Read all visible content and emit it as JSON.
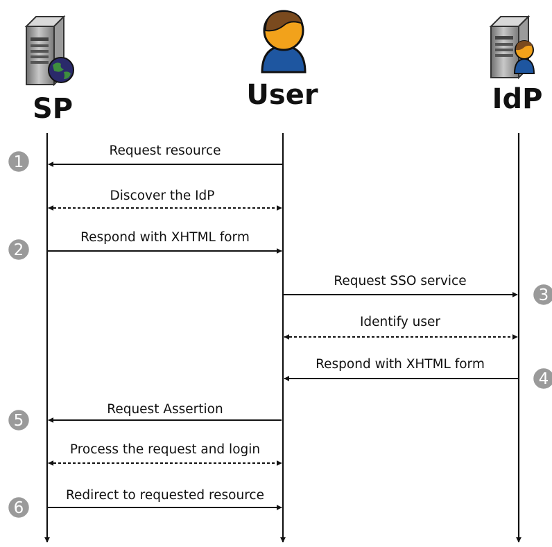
{
  "actors": [
    {
      "id": "sp",
      "label": "SP",
      "icon": "server-globe-icon"
    },
    {
      "id": "user",
      "label": "User",
      "icon": "user-icon"
    },
    {
      "id": "idp",
      "label": "IdP",
      "icon": "server-user-icon"
    }
  ],
  "messages": [
    {
      "text": "Request resource",
      "from": "user",
      "to": "sp",
      "style": "solid",
      "step": "1"
    },
    {
      "text": "Discover the IdP",
      "from": "sp",
      "to": "user",
      "style": "dashed-both",
      "step": ""
    },
    {
      "text": "Respond with XHTML form",
      "from": "sp",
      "to": "user",
      "style": "solid",
      "step": "2"
    },
    {
      "text": "Request SSO service",
      "from": "user",
      "to": "idp",
      "style": "solid",
      "step": "3"
    },
    {
      "text": "Identify user",
      "from": "user",
      "to": "idp",
      "style": "dashed-both",
      "step": ""
    },
    {
      "text": "Respond with XHTML form",
      "from": "idp",
      "to": "user",
      "style": "solid",
      "step": "4"
    },
    {
      "text": "Request Assertion",
      "from": "user",
      "to": "sp",
      "style": "solid",
      "step": "5"
    },
    {
      "text": "Process the request and login",
      "from": "sp",
      "to": "user",
      "style": "dashed-both",
      "step": ""
    },
    {
      "text": "Redirect to requested resource",
      "from": "sp",
      "to": "user",
      "style": "solid",
      "step": "6"
    }
  ],
  "colors": {
    "line": "#111111",
    "step_badge": "#9a9a9a",
    "server_body": "#8a8a8a",
    "user_skin": "#f2a21b",
    "user_hair": "#7a4a1e",
    "user_body": "#1e56a0",
    "globe": "#2a2a6a"
  }
}
